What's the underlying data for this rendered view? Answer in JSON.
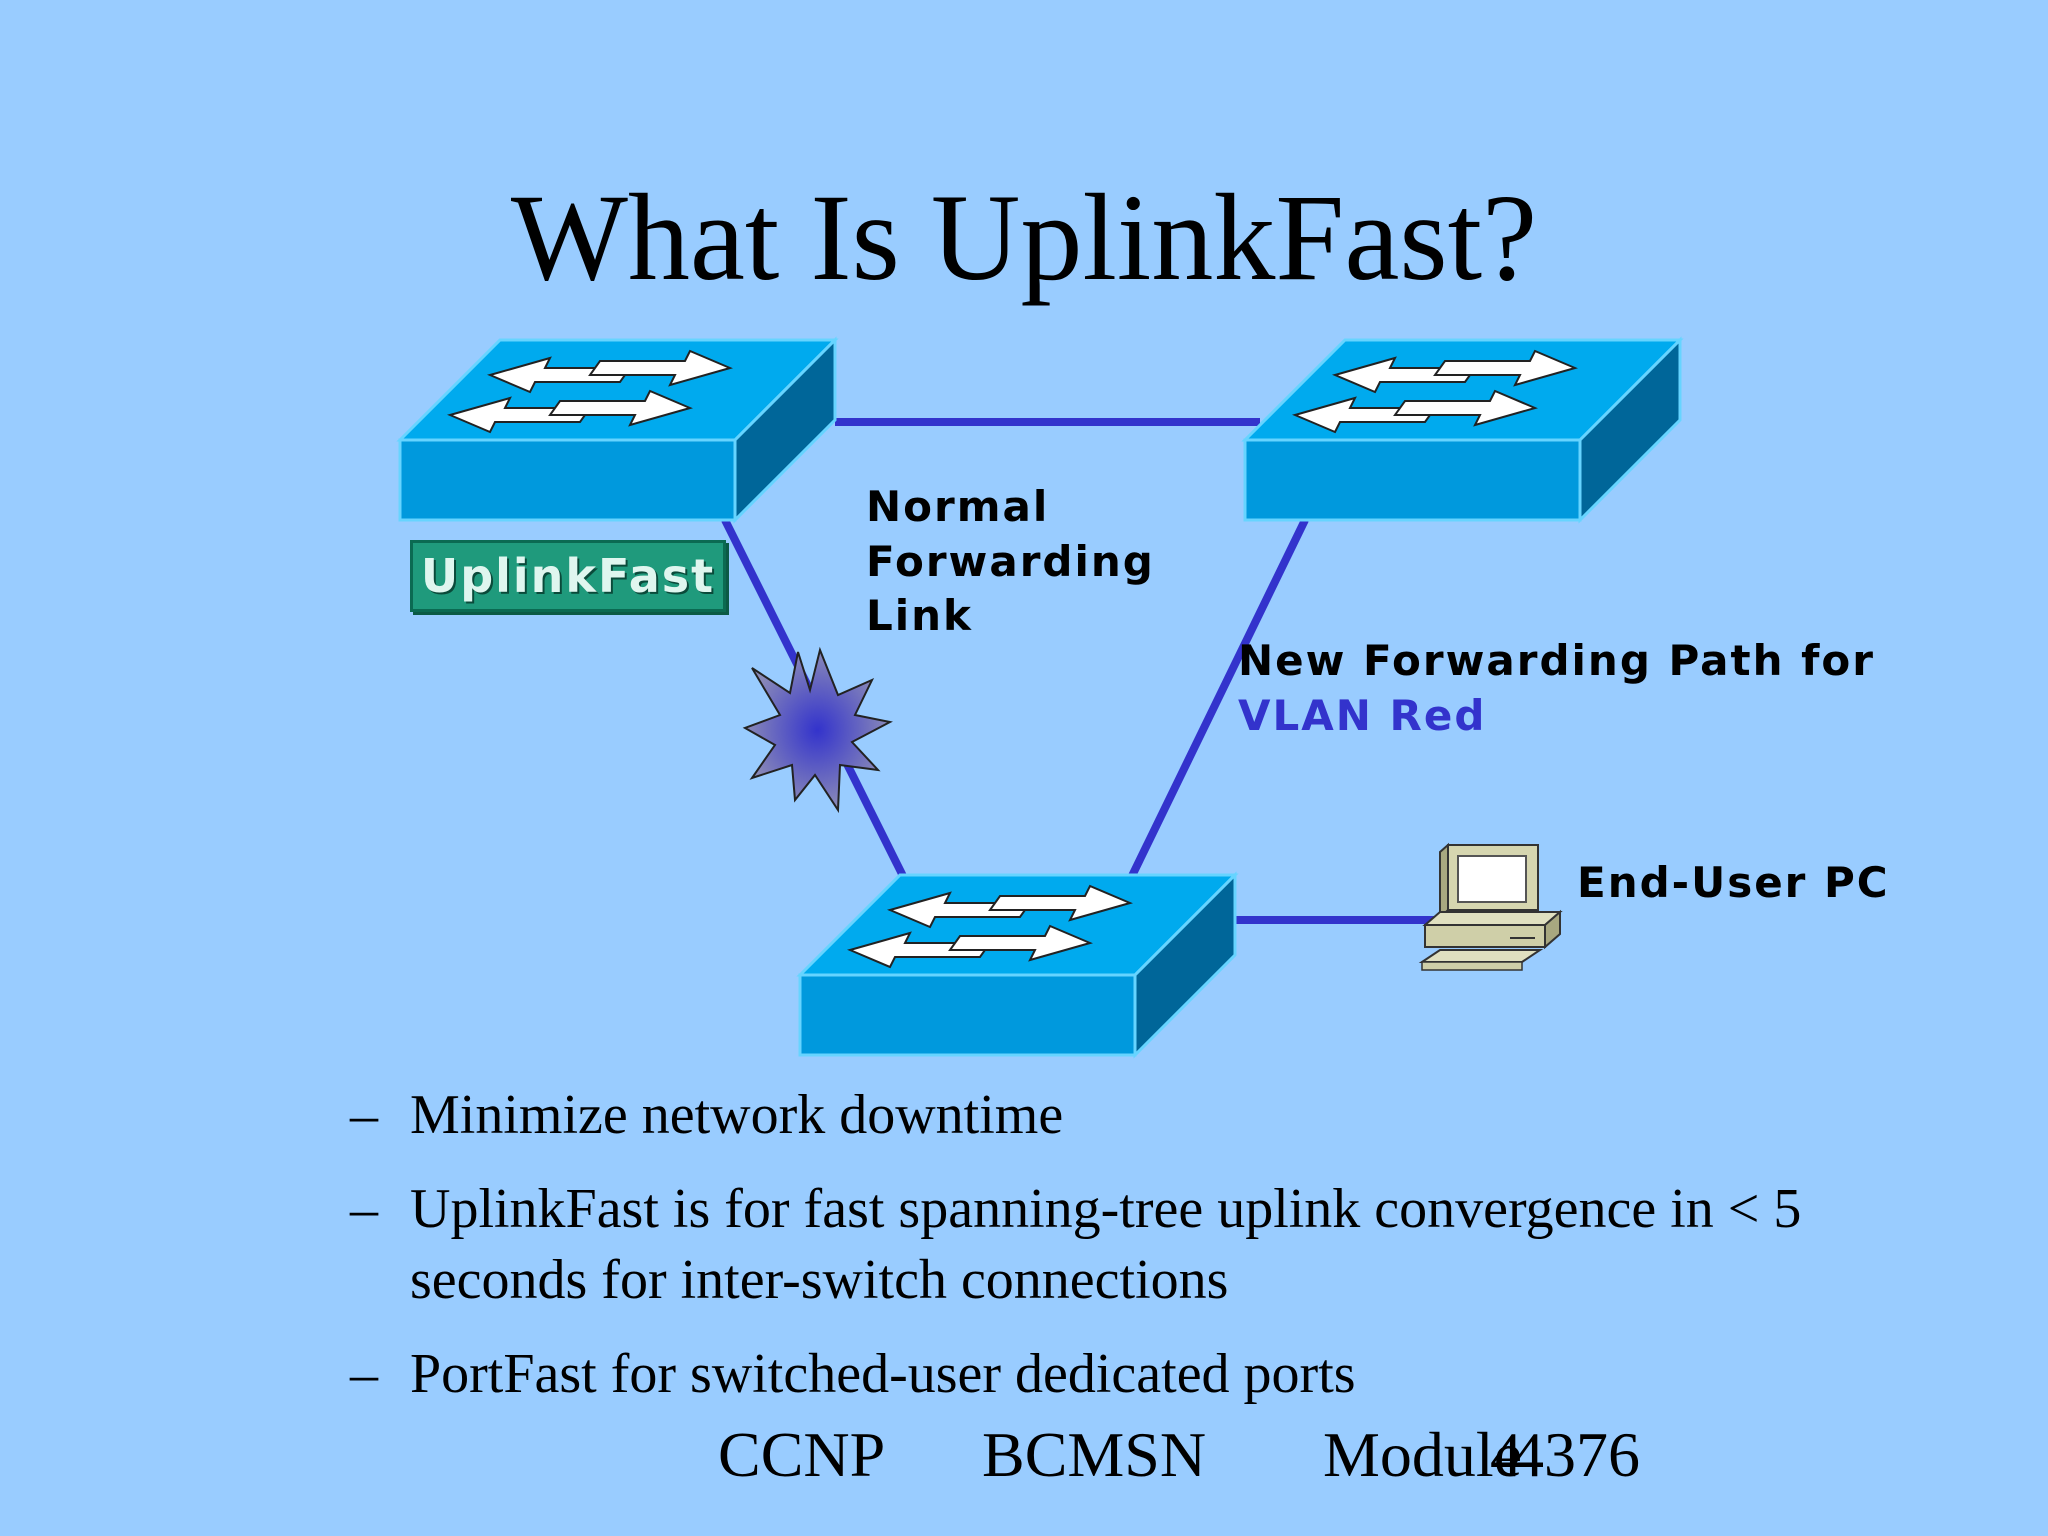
{
  "slide": {
    "title": "What Is UplinkFast?"
  },
  "diagram": {
    "uplinkfast_badge": "UplinkFast",
    "normal_link_label": [
      "Normal",
      "Forwarding",
      "Link"
    ],
    "new_path_label": "New Forwarding Path for",
    "vlan_label": "VLAN Red",
    "end_user_label": "End-User PC",
    "colors": {
      "background": "#99ccff",
      "link": "#3333cc",
      "switch_top": "#00aaee",
      "switch_front": "#0099dd",
      "switch_side": "#006699",
      "vlan_text": "#3333cc"
    },
    "icons": [
      "switch-icon",
      "pc-icon",
      "link-failure-burst-icon",
      "arrow-icon"
    ]
  },
  "bullets": [
    {
      "dash": "–",
      "text": "Minimize network downtime"
    },
    {
      "dash": "–",
      "text": "UplinkFast is for fast spanning-tree uplink convergence in < 5 seconds for inter-switch connections"
    },
    {
      "dash": "–",
      "text": "PortFast for switched-user dedicated ports"
    }
  ],
  "footer": {
    "course": "CCNP",
    "subject": "BCMSN",
    "module": "Module",
    "page_a": "4",
    "page_b": "4376"
  }
}
